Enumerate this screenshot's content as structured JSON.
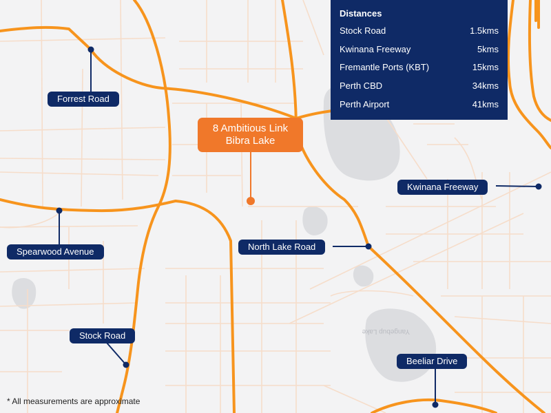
{
  "colors": {
    "background": "#f3f3f4",
    "major_road": "#f7941d",
    "minor_road": "#f6ddca",
    "water": "#dcdde0",
    "label_bg": "#0f2a66",
    "callout_bg": "#f0782a"
  },
  "location": {
    "line1": "8 Ambitious Link",
    "line2": "Bibra Lake"
  },
  "distances": {
    "title": "Distances",
    "rows": [
      {
        "place": "Stock Road",
        "distance": "1.5kms"
      },
      {
        "place": "Kwinana Freeway",
        "distance": "5kms"
      },
      {
        "place": "Fremantle Ports (KBT)",
        "distance": "15kms"
      },
      {
        "place": "Perth CBD",
        "distance": "34kms"
      },
      {
        "place": "Perth Airport",
        "distance": "41kms"
      }
    ]
  },
  "road_labels": {
    "forrest_road": "Forrest Road",
    "spearwood_avenue": "Spearwood Avenue",
    "stock_road": "Stock Road",
    "north_lake_road": "North Lake Road",
    "kwinana_freeway": "Kwinana Freeway",
    "beeliar_drive": "Beeliar Drive"
  },
  "map_text": {
    "lake_label": "Yangebup Lake"
  },
  "footnote": "* All measurements are approximate"
}
